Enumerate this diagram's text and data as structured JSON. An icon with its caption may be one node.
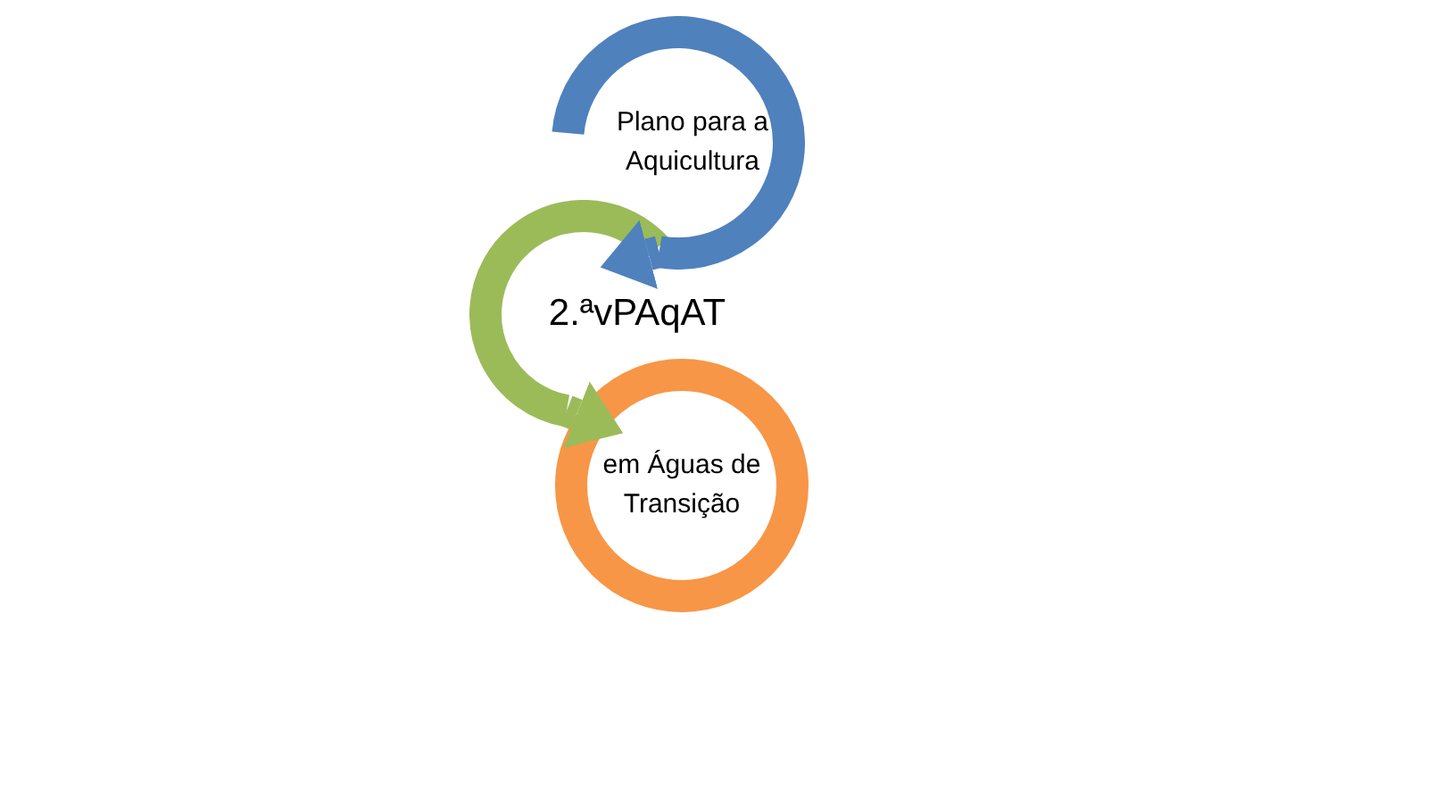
{
  "diagram": {
    "nodes": [
      {
        "text": [
          "Plano para a Aquicultura"
        ]
      },
      {
        "text": [
          "2.ªvPAqAT"
        ]
      },
      {
        "text": [
          "em Águas de Transição"
        ]
      }
    ],
    "edges": [
      {
        "from": 0,
        "to": 1,
        "arrow": "to",
        "color": "#4f81bd"
      },
      {
        "from": 1,
        "to": 2,
        "arrow": "to",
        "color": "#9bbb59"
      }
    ]
  }
}
